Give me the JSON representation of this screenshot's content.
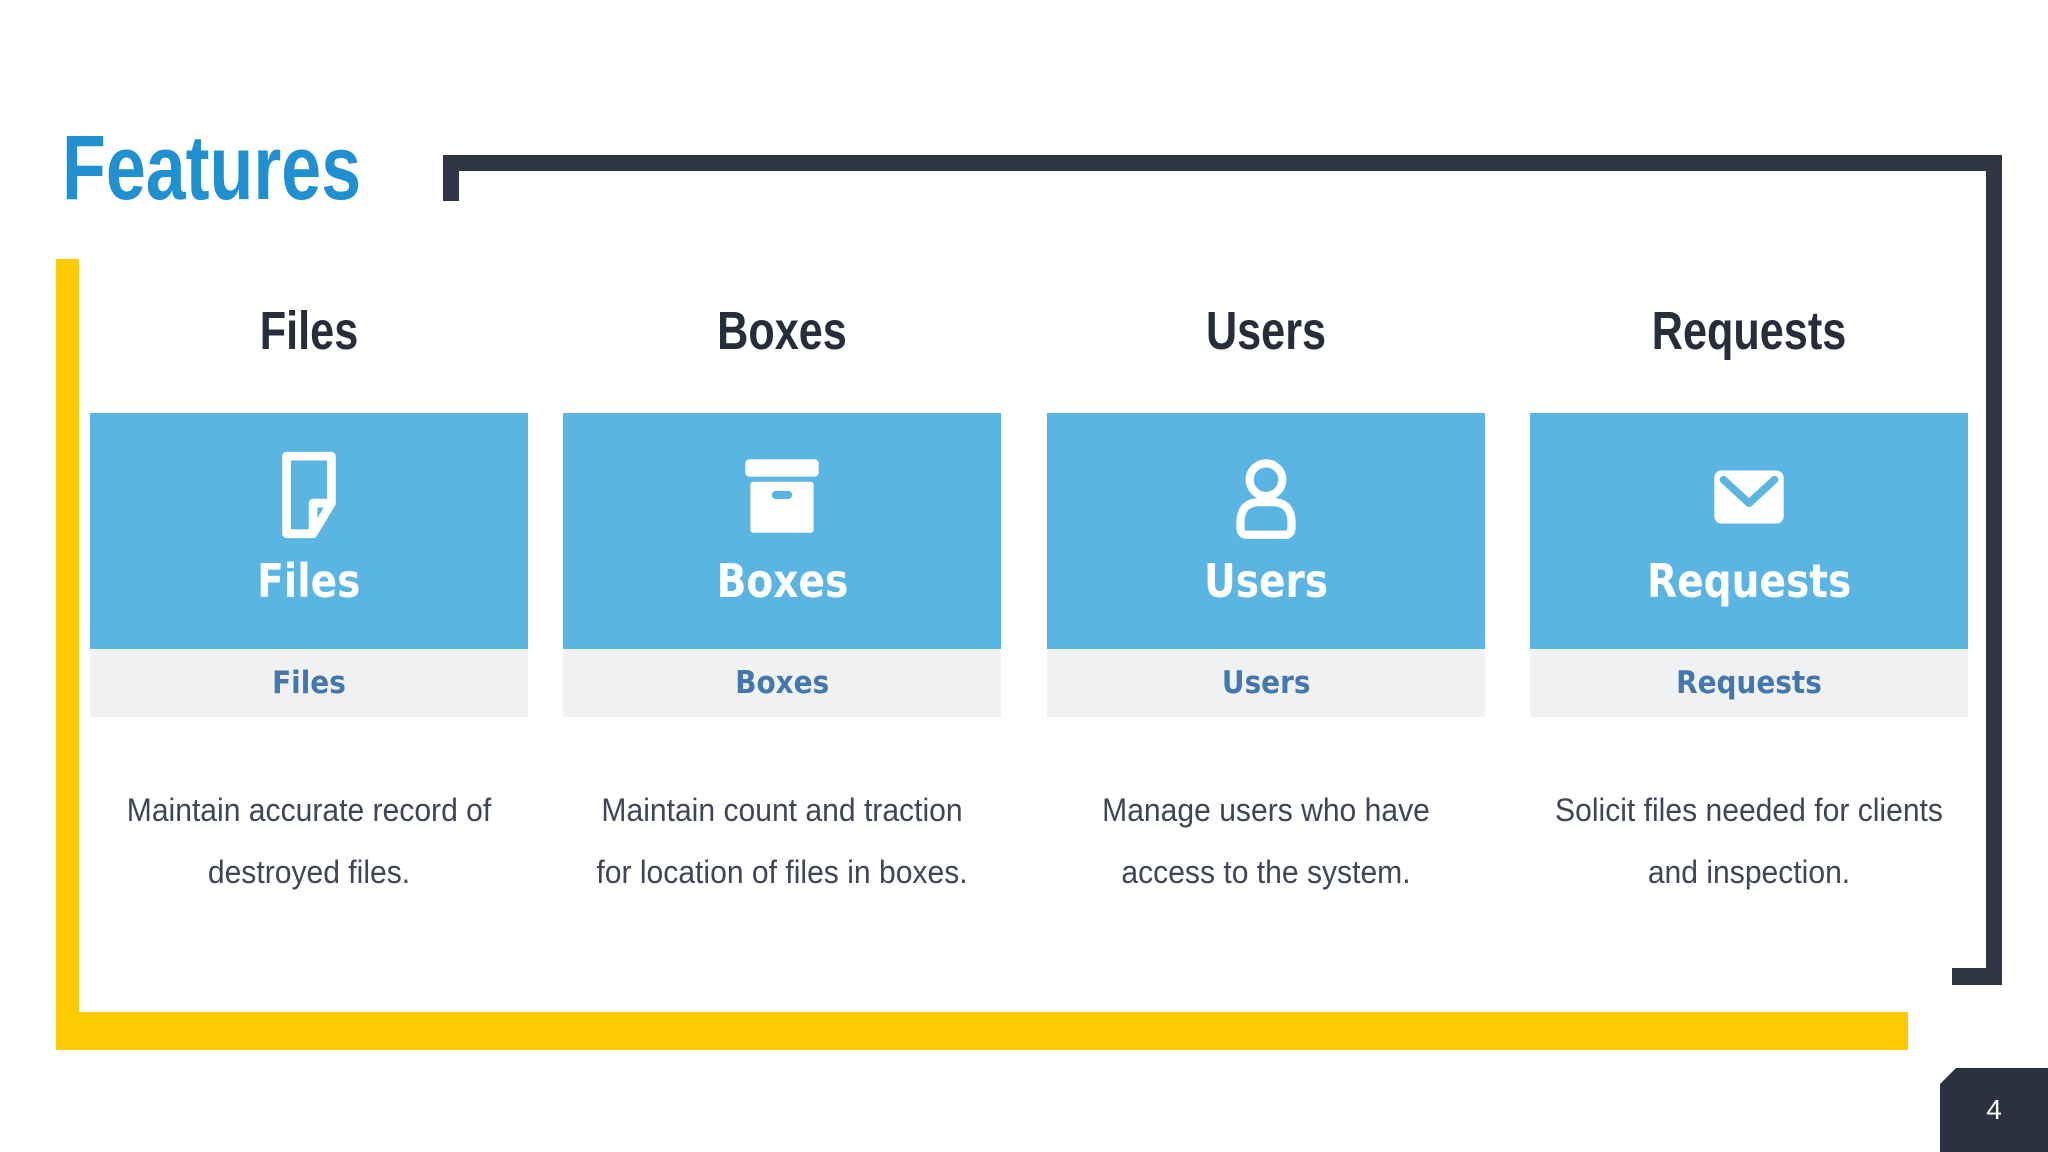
{
  "slide": {
    "title": "Features",
    "page_number": "4",
    "colors": {
      "accent_blue": "#2190d0",
      "tile_blue": "#5bb5e3",
      "dark_navy": "#2f3545",
      "yellow": "#ffc906",
      "sublabel_blue": "#4377ae",
      "subbar_bg": "#f0f1f3",
      "heading_dark": "#272d3b",
      "body_text": "#3f4655"
    }
  },
  "cards": [
    {
      "title": "Files",
      "icon": "document-icon",
      "tile_label": "Files",
      "sub_label": "Files",
      "description_lines": [
        "Maintain accurate record of",
        "destroyed files."
      ]
    },
    {
      "title": "Boxes",
      "icon": "box-icon",
      "tile_label": "Boxes",
      "sub_label": "Boxes",
      "description_lines": [
        "Maintain count and traction",
        "for location of files in boxes."
      ]
    },
    {
      "title": "Users",
      "icon": "user-icon",
      "tile_label": "Users",
      "sub_label": "Users",
      "description_lines": [
        "Manage users who have",
        "access to the system."
      ]
    },
    {
      "title": "Requests",
      "icon": "envelope-icon",
      "tile_label": "Requests",
      "sub_label": "Requests",
      "description_lines": [
        "Solicit files needed for clients",
        "and inspection."
      ]
    }
  ]
}
